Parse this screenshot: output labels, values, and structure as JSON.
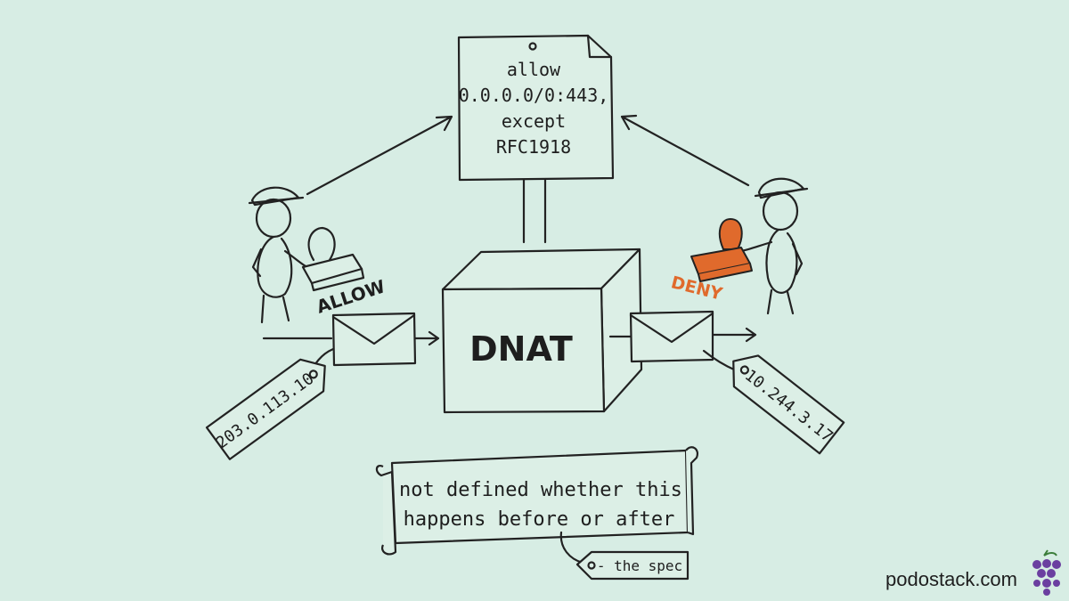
{
  "sign": {
    "line1": "allow",
    "line2": "0.0.0.0/0:443,",
    "line3": "except",
    "line4": "RFC1918"
  },
  "box": {
    "label": "DNAT"
  },
  "stamps": {
    "allow": "ALLOW",
    "deny": "DENY"
  },
  "tags": {
    "source_ip": "203.0.113.10",
    "dest_ip": "10.244.3.17"
  },
  "scroll": {
    "line1": "not defined whether this",
    "line2": "happens before or after",
    "attribution": "- the spec"
  },
  "brand": {
    "site": "podostack.com"
  },
  "colors": {
    "background": "#d7ede4",
    "ink": "#222222",
    "deny": "#e06a2c"
  }
}
